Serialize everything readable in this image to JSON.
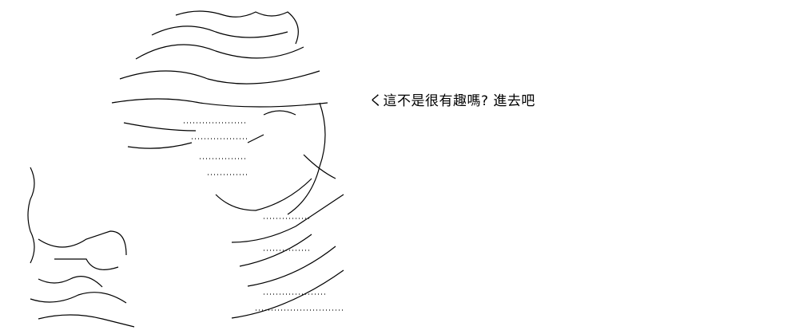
{
  "speech": {
    "text": "く這不是很有趣嗎? 進去吧"
  },
  "art": {
    "main_icon": "ascii-art-character",
    "side_icon": "ascii-art-small-figure"
  }
}
